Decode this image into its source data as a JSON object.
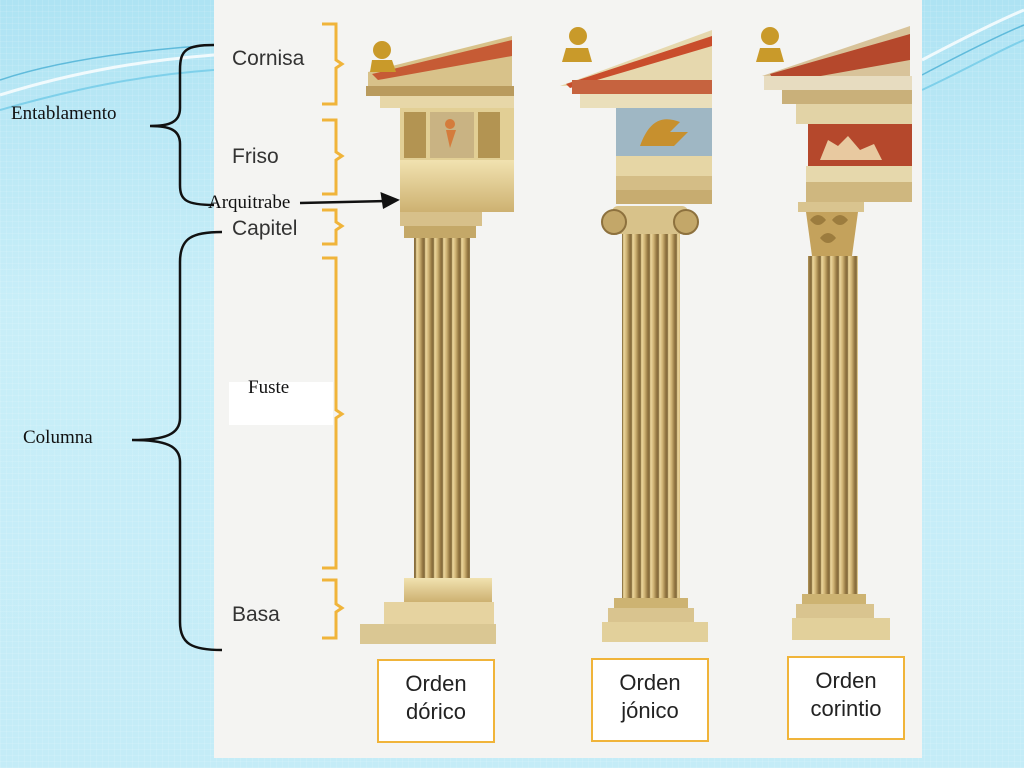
{
  "labels": {
    "entablamento": "Entablamento",
    "arquitrabe": "Arquitrabe",
    "fuste": "Fuste",
    "columna": "Columna"
  },
  "diagram_labels": {
    "cornisa": "Cornisa",
    "friso": "Friso",
    "capitel": "Capitel",
    "basa": "Basa"
  },
  "orders": [
    {
      "line1": "Orden",
      "line2": "dórico"
    },
    {
      "line1": "Orden",
      "line2": "jónico"
    },
    {
      "line1": "Orden",
      "line2": "corintio"
    }
  ],
  "colors": {
    "bracket_gold": "#f0b43a",
    "stone_light": "#e9d69f",
    "stone_mid": "#c9ad6a",
    "stone_dark": "#8f7440",
    "frieze_blue": "#9fb7c4",
    "frieze_red": "#b5482c"
  }
}
